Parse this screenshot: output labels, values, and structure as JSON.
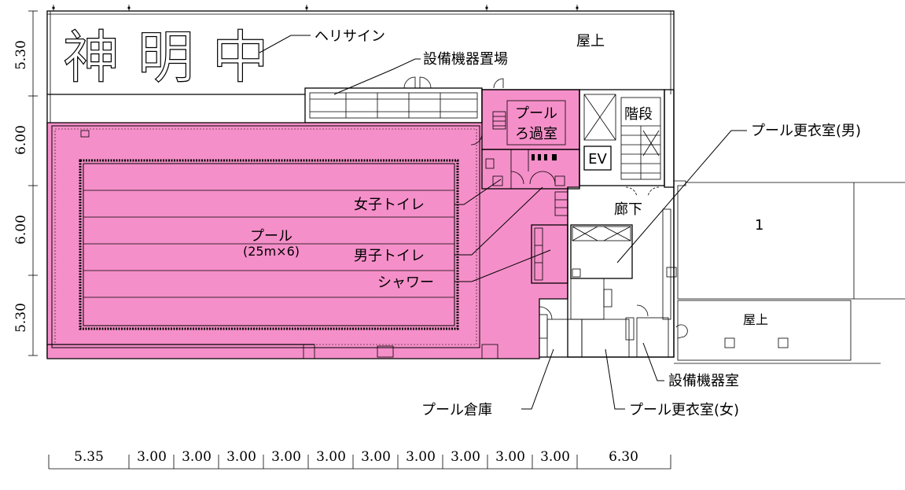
{
  "sign": {
    "big_text": "神 明 中",
    "sign_label": "ヘリサイン"
  },
  "rooms": {
    "rooftop_top": "屋上",
    "equipment_area": "設備機器置場",
    "filtration_line1": "プール",
    "filtration_line2": "ろ過室",
    "stairs": "階段",
    "ev": "EV",
    "pool_line1": "プール",
    "pool_line2": "(25m×6)",
    "girls_toilet": "女子トイレ",
    "boys_toilet": "男子トイレ",
    "shower": "シャワー",
    "corridor": "廊下",
    "pool_changing_male": "プール更衣室(男)",
    "neighbor_number": "1",
    "rooftop_right": "屋上",
    "equipment_room": "設備機器室",
    "pool_storage": "プール倉庫",
    "pool_changing_female": "プール更衣室(女)"
  },
  "dimensions": {
    "vertical": [
      "5.30",
      "6.00",
      "6.00",
      "5.30"
    ],
    "horizontal": [
      "5.35",
      "3.00",
      "3.00",
      "3.00",
      "3.00",
      "3.00",
      "3.00",
      "3.00",
      "3.00",
      "3.00",
      "3.00",
      "6.30"
    ]
  },
  "colors": {
    "pool_fill": "#f58fc9",
    "pool_stroke": "#000000"
  }
}
